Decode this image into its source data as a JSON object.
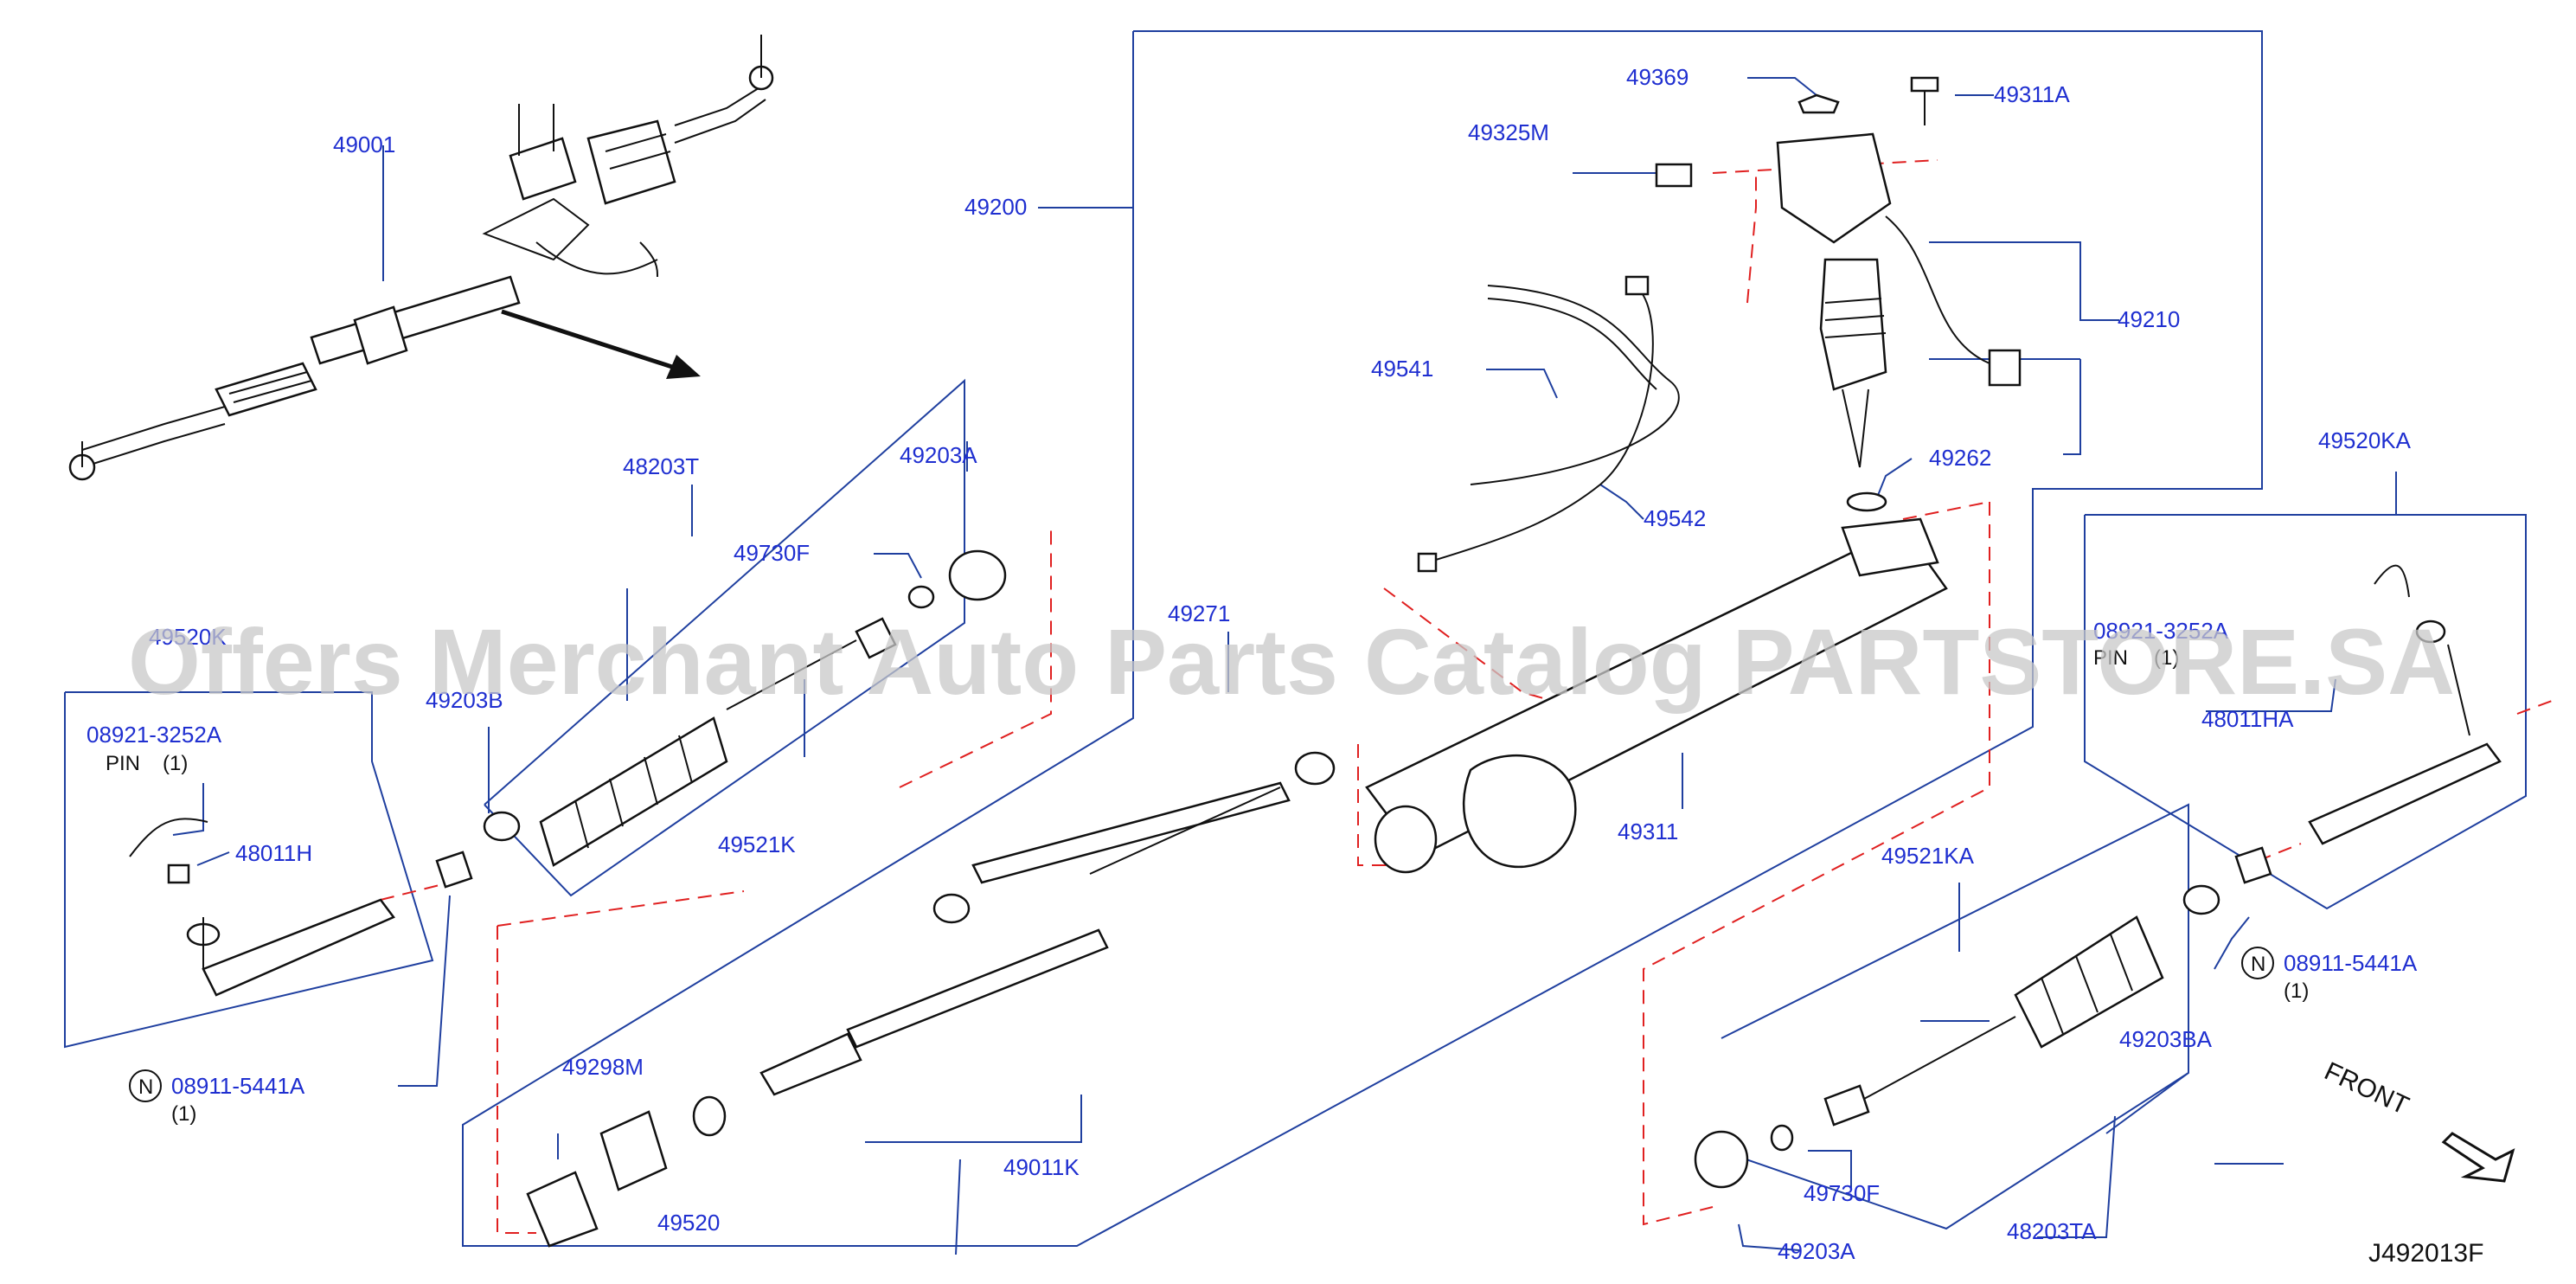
{
  "labels": {
    "p49001": "49001",
    "p49200": "49200",
    "p49369": "49369",
    "p49311A": "49311A",
    "p49325M": "49325M",
    "p49210": "49210",
    "p49541": "49541",
    "p49542": "49542",
    "p49262": "49262",
    "p49520KA": "49520KA",
    "p48203T": "48203T",
    "p49203A_top": "49203A",
    "p49730F_top": "49730F",
    "p49271": "49271",
    "p49203B": "49203B",
    "p49521K": "49521K",
    "p49311": "49311",
    "p08921_left": "08921-3252A",
    "p48011H": "48011H",
    "p08911_left": "08911-5441A",
    "p08921_right": "08921-3252A",
    "p48011HA": "48011HA",
    "p49521KA": "49521KA",
    "p49203BA": "49203BA",
    "p08911_right": "08911-5441A",
    "p49298M": "49298M",
    "p49520": "49520",
    "p49011K": "49011K",
    "p49730F_bot": "49730F",
    "p49203A_bot": "49203A",
    "p48203TA": "48203TA",
    "p49520K_partial": "49520K"
  },
  "notes": {
    "pin_left": "PIN",
    "qty_pin_left": "(1)",
    "qty_nut_left": "(1)",
    "pin_right": "PIN",
    "qty_pin_right": "(1)",
    "qty_nut_right": "(1)",
    "n_symbol": "N"
  },
  "front_label": "FRONT",
  "diagram_code": "J492013F",
  "watermark": "Offers Merchant Auto Parts Catalog PARTSTORE.SA",
  "colors": {
    "label_blue": "#1f2fd0",
    "leader_blue": "#1f3f9f",
    "dashed_red": "#e02020",
    "line_black": "#111111"
  }
}
